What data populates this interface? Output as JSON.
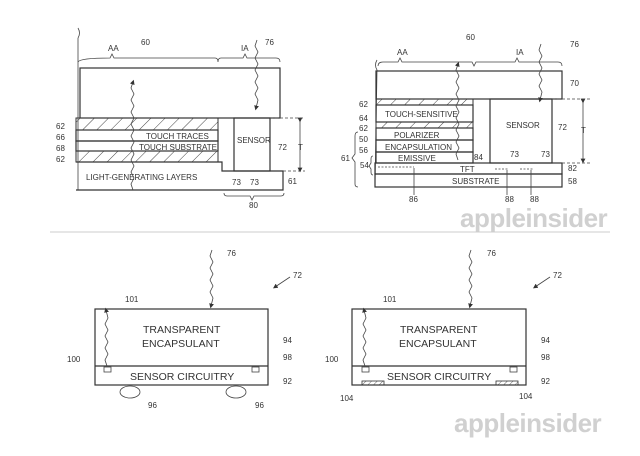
{
  "fig_top_left": {
    "aa": "AA",
    "ia": "IA",
    "ref_60": "60",
    "ref_76": "76",
    "ref_62a": "62",
    "ref_66": "66",
    "ref_68": "68",
    "ref_62b": "62",
    "touch_traces": "TOUCH TRACES",
    "touch_substrate": "TOUCH SUBSTRATE",
    "light_generating": "LIGHT-GENERATING LAYERS",
    "sensor": "SENSOR",
    "ref_72": "72",
    "t": "T",
    "ref_61": "61",
    "ref_73a": "73",
    "ref_73b": "73",
    "ref_80": "80"
  },
  "fig_top_right": {
    "aa": "AA",
    "ia": "IA",
    "ref_60": "60",
    "ref_76": "76",
    "ref_70": "70",
    "ref_62a": "62",
    "ref_64": "64",
    "ref_62b": "62",
    "ref_50": "50",
    "ref_56": "56",
    "ref_61": "61",
    "ref_54": "54",
    "touch_sensitive": "TOUCH-SENSITIVE",
    "polarizer": "POLARIZER",
    "encapsulation": "ENCAPSULATION",
    "emissive": "EMISSIVE",
    "tft": "TFT",
    "substrate": "SUBSTRATE",
    "sensor": "SENSOR",
    "ref_72": "72",
    "t": "T",
    "ref_84": "84",
    "ref_82": "82",
    "ref_58": "58",
    "ref_86": "86",
    "ref_88a": "88",
    "ref_88b": "88",
    "ref_73a": "73",
    "ref_73b": "73"
  },
  "fig_bottom_left": {
    "ref_76": "76",
    "ref_72": "72",
    "ref_101": "101",
    "line1": "TRANSPARENT",
    "line2": "ENCAPSULANT",
    "circuitry": "SENSOR CIRCUITRY",
    "ref_94": "94",
    "ref_98": "98",
    "ref_92": "92",
    "ref_100": "100",
    "ref_96a": "96",
    "ref_96b": "96"
  },
  "fig_bottom_right": {
    "ref_76": "76",
    "ref_72": "72",
    "ref_101": "101",
    "line1": "TRANSPARENT",
    "line2": "ENCAPSULANT",
    "circuitry": "SENSOR CIRCUITRY",
    "ref_94": "94",
    "ref_98": "98",
    "ref_92": "92",
    "ref_100": "100",
    "ref_104a": "104",
    "ref_104b": "104"
  },
  "watermark": {
    "top": "appleinsider",
    "bottom": "appleinsider"
  }
}
